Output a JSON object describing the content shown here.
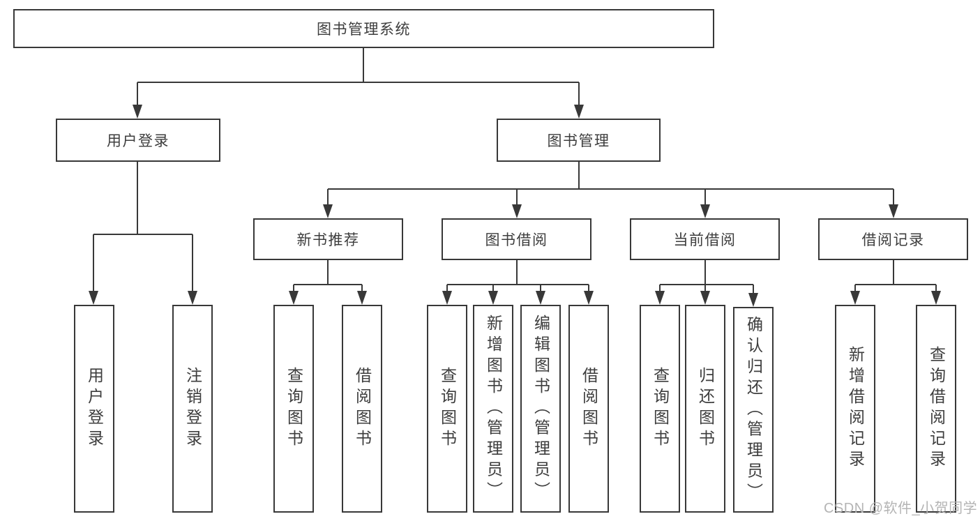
{
  "tree": {
    "root": "图书管理系统",
    "children": [
      {
        "label": "用户登录",
        "children": [
          "用户登录",
          "注销登录"
        ]
      },
      {
        "label": "图书管理",
        "children": [
          {
            "label": "新书推荐",
            "children": [
              "查询图书",
              "借阅图书"
            ]
          },
          {
            "label": "图书借阅",
            "children": [
              "查询图书",
              "新增图书（管理员）",
              "编辑图书（管理员）",
              "借阅图书"
            ]
          },
          {
            "label": "当前借阅",
            "children": [
              "查询图书",
              "归还图书",
              "确认归还（管理员）"
            ]
          },
          {
            "label": "借阅记录",
            "children": [
              "新增借阅记录",
              "查询借阅记录"
            ]
          }
        ]
      }
    ]
  },
  "watermark": "CSDN @软件_小贺同学",
  "colors": {
    "line": "#383838",
    "box_border": "#383838",
    "text": "#3d3d3d",
    "watermark": "#b4b4b4",
    "background": "#ffffff"
  }
}
